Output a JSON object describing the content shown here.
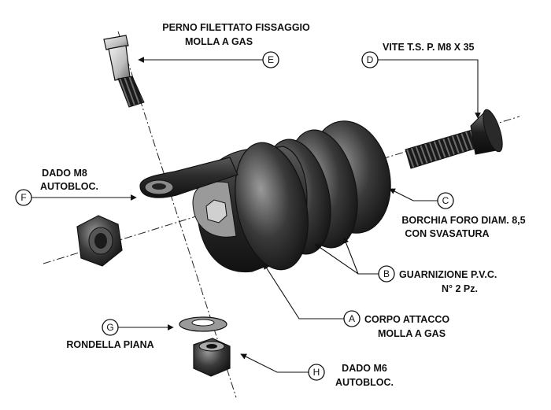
{
  "callouts": {
    "e": {
      "letter": "E",
      "line1": "PERNO FILETTATO FISSAGGIO",
      "line2": "MOLLA A GAS"
    },
    "d": {
      "letter": "D",
      "line1": "VITE  T.S. P.  M8 X 35"
    },
    "f": {
      "letter": "F",
      "line1": "DADO M8",
      "line2": "AUTOBLOC."
    },
    "c": {
      "letter": "C",
      "line1": "BORCHIA FORO DIAM. 8,5",
      "line2": "CON SVASATURA"
    },
    "b": {
      "letter": "B",
      "line1": "GUARNIZIONE P.V.C.",
      "line2": "N° 2 Pz."
    },
    "a": {
      "letter": "A",
      "line1": "CORPO ATTACCO",
      "line2": "MOLLA A GAS"
    },
    "g": {
      "letter": "G",
      "line1": "RONDELLA PIANA"
    },
    "h": {
      "letter": "H",
      "line1": "DADO M6",
      "line2": "AUTOBLOC."
    }
  }
}
